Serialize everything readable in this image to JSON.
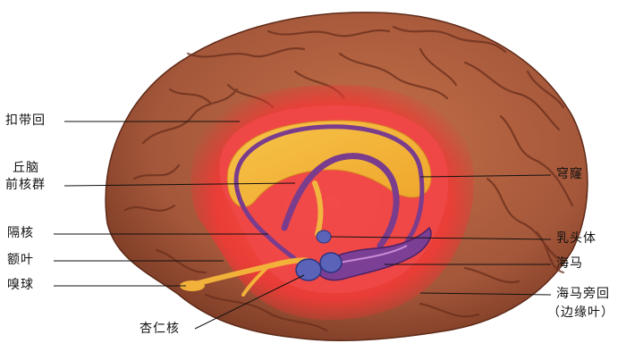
{
  "labels": {
    "cingulate_gyrus": "扣带回",
    "thalamus_line1": "丘脑",
    "thalamus_line2": "前核群",
    "septal_nuclei": "隔核",
    "frontal_lobe": "额叶",
    "olfactory_bulb": "嗅球",
    "amygdala": "杏仁核",
    "fornix": "穹窿",
    "mammillary_body": "乳头体",
    "hippocampus": "海马",
    "parahippocampal_line1": "海马旁回",
    "parahippocampal_line2": "（边缘叶）"
  },
  "colors": {
    "background": "#ffffff",
    "cortex": "#a85a3a",
    "cortex_shadow": "#6e3220",
    "limbic_lobe": "#ee4040",
    "fornix_band": "#f4b63a",
    "fornix_core": "#7a3c8c",
    "amygdala": "#5b63b8",
    "hippocampus": "#7b3f95",
    "leader_line": "#111111"
  }
}
